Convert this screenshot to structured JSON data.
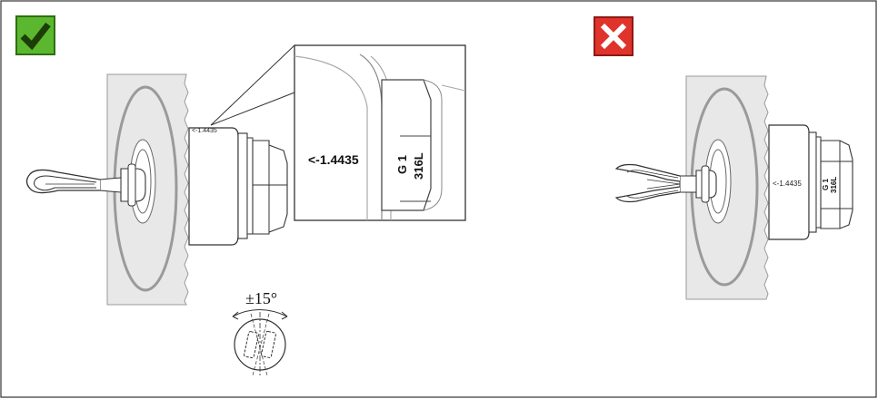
{
  "badges": {
    "correct": {
      "icon": "checkmark-icon",
      "color": "#5bb82e"
    },
    "wrong": {
      "icon": "cross-icon",
      "color": "#e0332c"
    }
  },
  "correct_panel": {
    "marking_small": "<-1.4435",
    "zoom": {
      "marking": "<-1.4435",
      "thread": "G 1",
      "material": "316L"
    },
    "angle_tolerance": "±15°"
  },
  "wrong_panel": {
    "marking": "<-1.4435",
    "thread": "G 1",
    "material": "316L"
  }
}
